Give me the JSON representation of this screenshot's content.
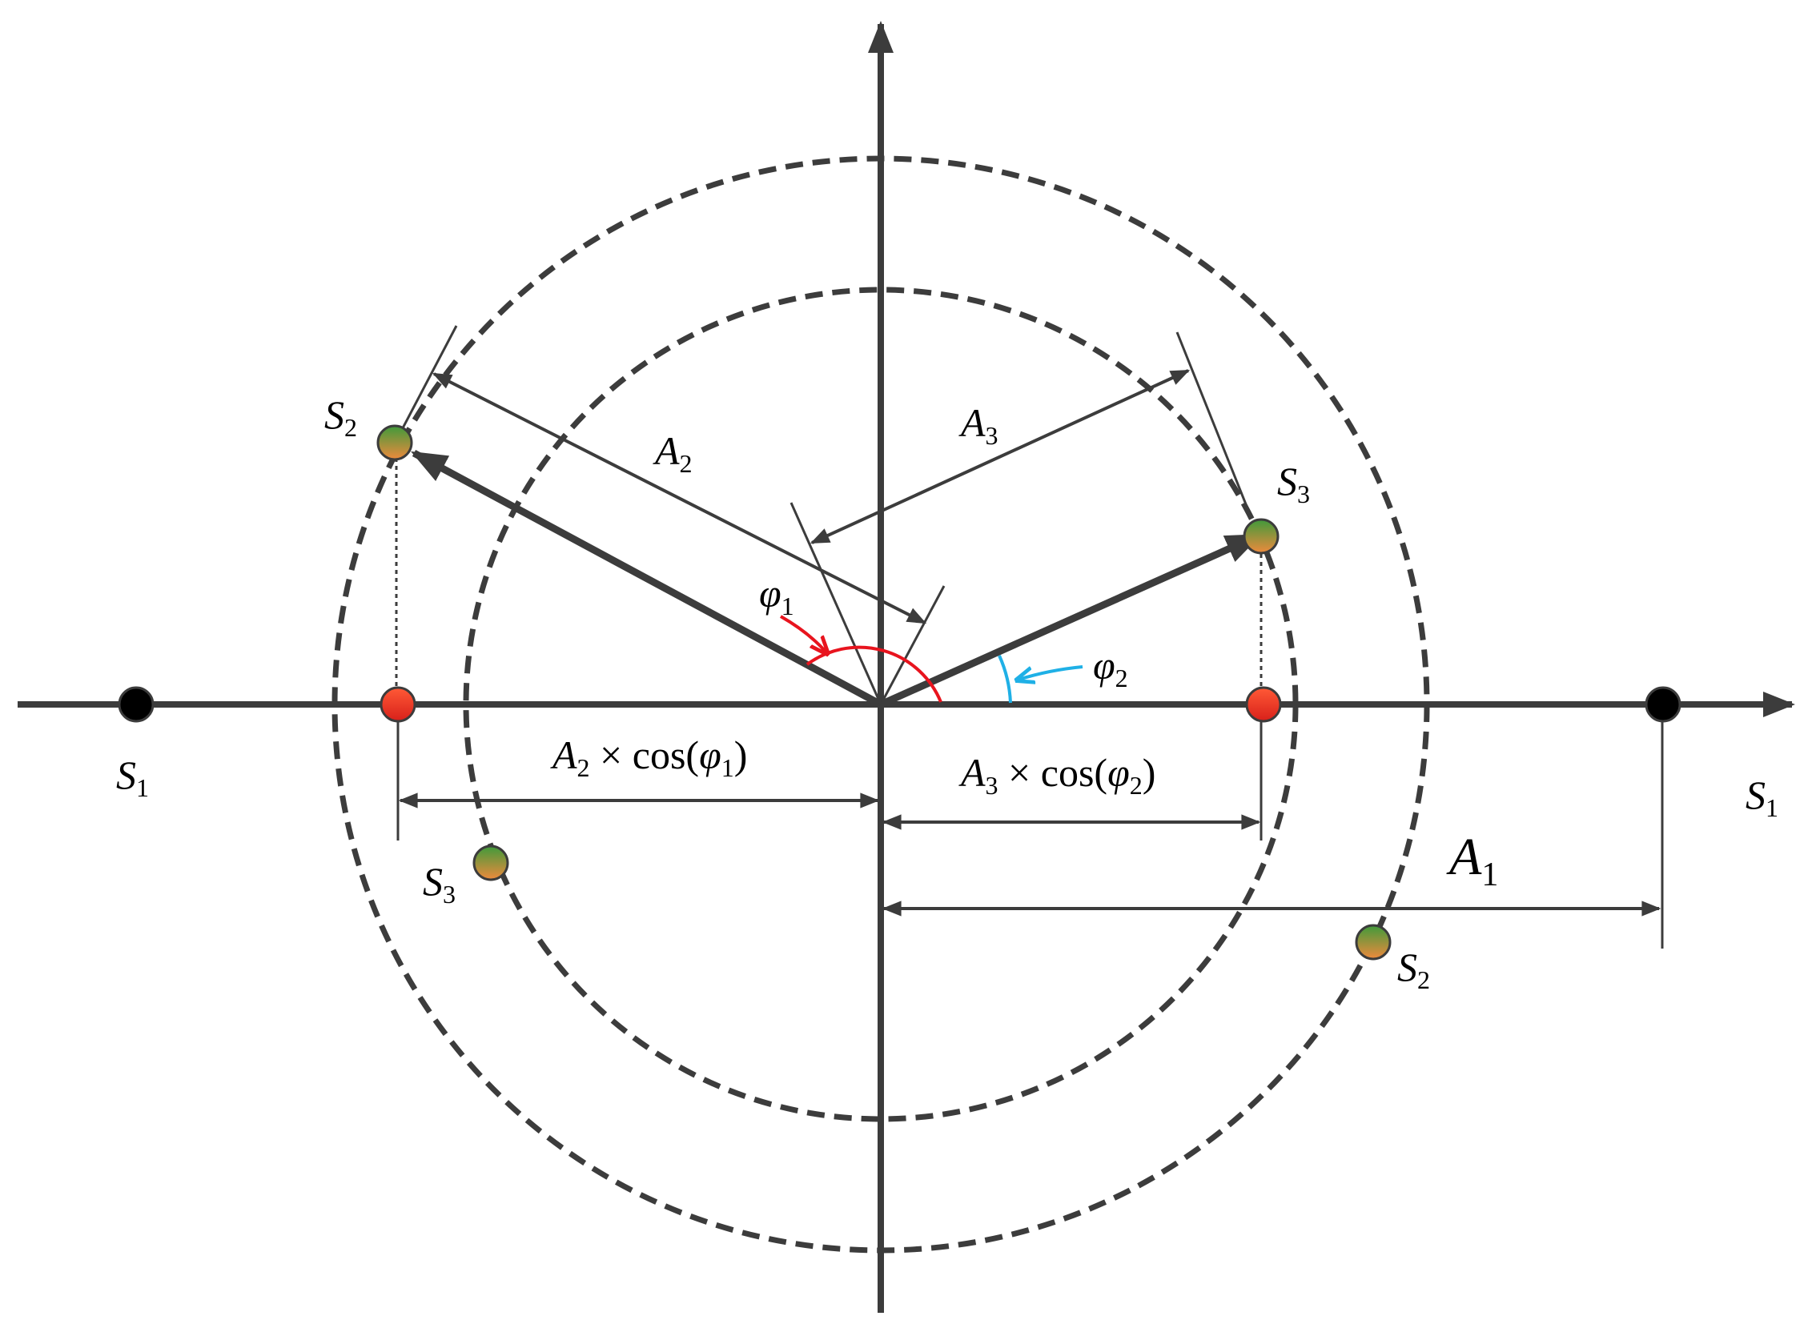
{
  "colors": {
    "axis": "#3c3c3c",
    "dashed_circle": "#3c3c3c",
    "phi1_arc": "#e8141e",
    "phi2_arc": "#1fb0e6",
    "point_s1": "#000000",
    "point_projection": "#e8341e",
    "point_s2_s3_top": "#3f9a3b",
    "point_s2_s3_bottom": "#ee8a3c"
  },
  "labels": {
    "s_main": "S",
    "a_main": "A",
    "phi_main": "φ",
    "sub_1": "1",
    "sub_2": "2",
    "sub_3": "3",
    "times": " × ",
    "cos_open": "cos(",
    "cos_close": ")"
  },
  "points": {
    "s1_left": "S1",
    "s1_right": "S1",
    "s2_left": "S2",
    "s2_right": "S2",
    "s3_left": "S3",
    "s3_right": "S3"
  },
  "dimensions": {
    "a1": "A1",
    "a2": "A2",
    "a3": "A3",
    "a2_projection": "A2 × cos(φ1)",
    "a3_projection": "A3 × cos(φ2)"
  },
  "angles": {
    "phi1": "φ1",
    "phi2": "φ2"
  }
}
